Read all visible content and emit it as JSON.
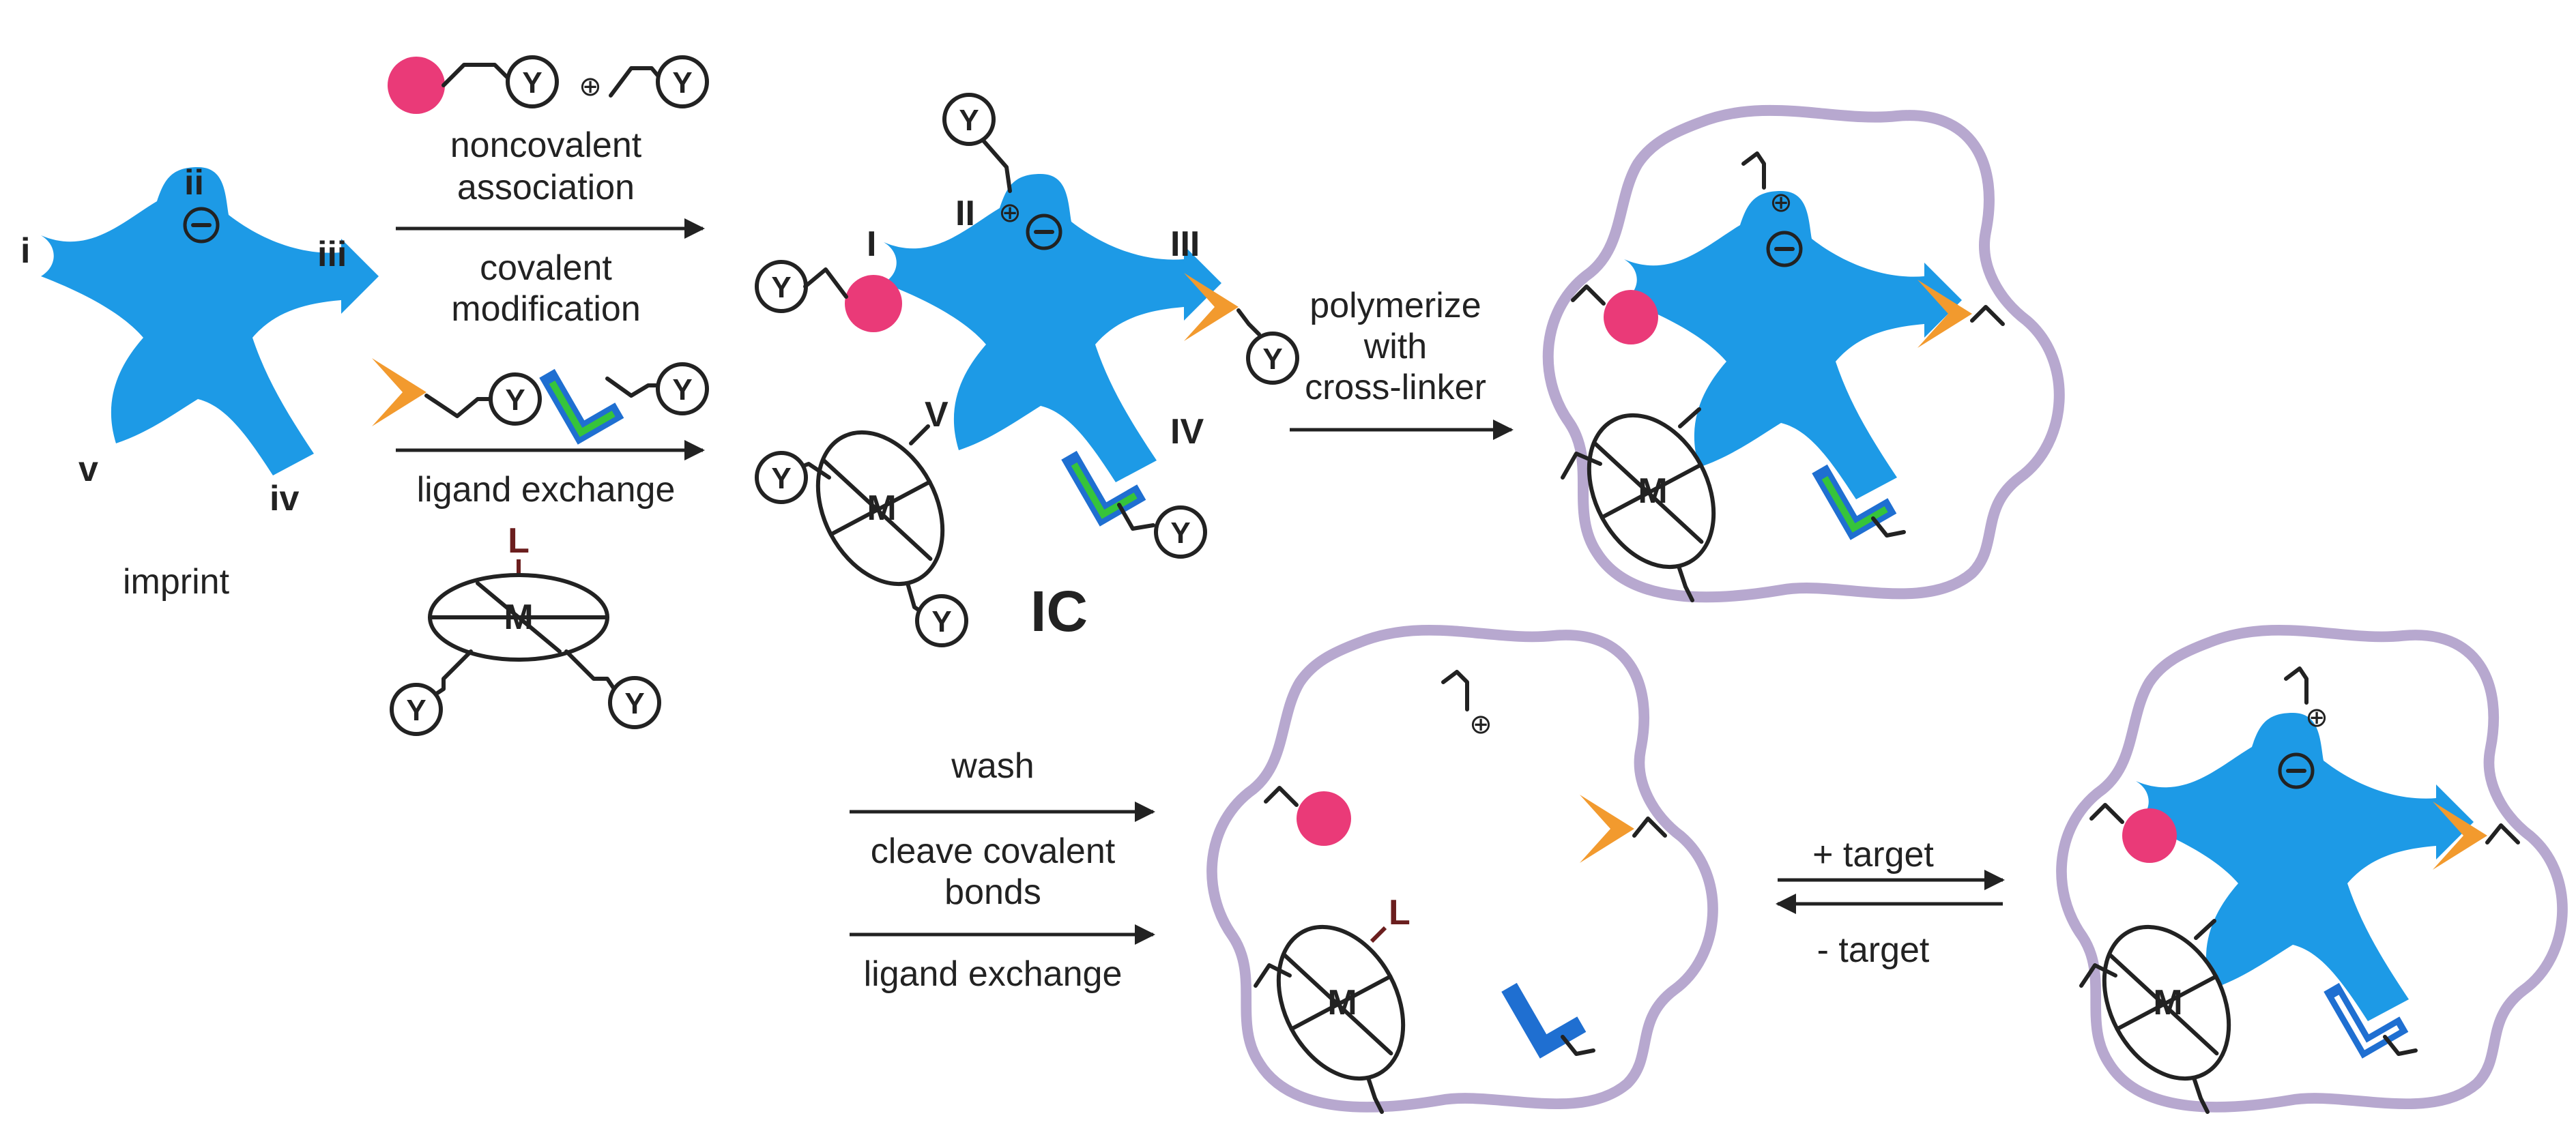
{
  "imprint": {
    "label": "imprint",
    "sites": [
      "i",
      "ii",
      "iii",
      "iv",
      "v"
    ]
  },
  "step1": {
    "top_label_1": "noncovalent",
    "top_label_2": "association",
    "mid_label_1": "covalent",
    "mid_label_2": "modification",
    "bottom_label": "ligand exchange"
  },
  "complex": {
    "label": "IC",
    "sites": [
      "I",
      "II",
      "III",
      "IV",
      "V"
    ]
  },
  "step2": {
    "label_1": "polymerize",
    "label_2": "with",
    "label_3": "cross-linker"
  },
  "step3": {
    "label_1": "wash",
    "label_2": "cleave covalent",
    "label_3": "bonds",
    "label_4": "ligand exchange"
  },
  "step4": {
    "forward": "+ target",
    "reverse": "- target"
  },
  "glyphs": {
    "monomer": "Y",
    "metal": "M",
    "ligand": "L",
    "anion": "⊖",
    "cation": "⊕"
  },
  "colors": {
    "template": "#1d9ae6",
    "pink_group": "#ea3a78",
    "orange_group": "#f29a2e",
    "blue_bracket": "#1f6fd1",
    "green_inner": "#36c43b",
    "polymer_outline": "#b7a8cf",
    "ligand_color": "#6b1e1e"
  }
}
